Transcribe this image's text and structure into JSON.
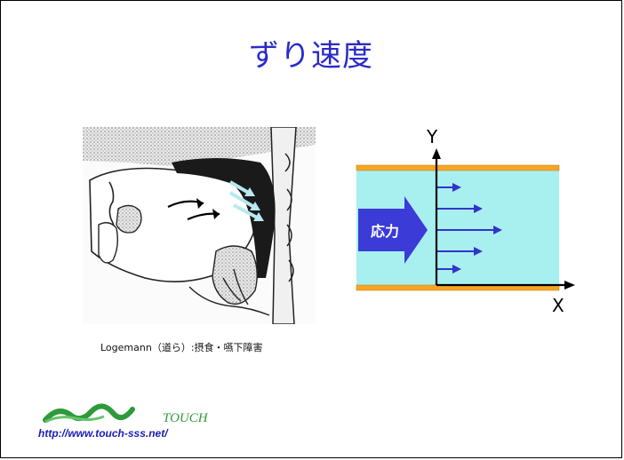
{
  "slide": {
    "title": "ずり速度"
  },
  "illustration": {
    "caption": "Logemann（道ら）:摂食・嚥下障害"
  },
  "diagram": {
    "y_axis_label": "Y",
    "x_axis_label": "X",
    "stress_label": "応力",
    "colors": {
      "fluid": "#a8f0f0",
      "plates": "#f5a623",
      "arrows": "#2a2ac8"
    }
  },
  "branding": {
    "logo_text": "TOUCH",
    "url": "http://www.touch-sss.net/",
    "logo_color": "#2e9a3a"
  }
}
